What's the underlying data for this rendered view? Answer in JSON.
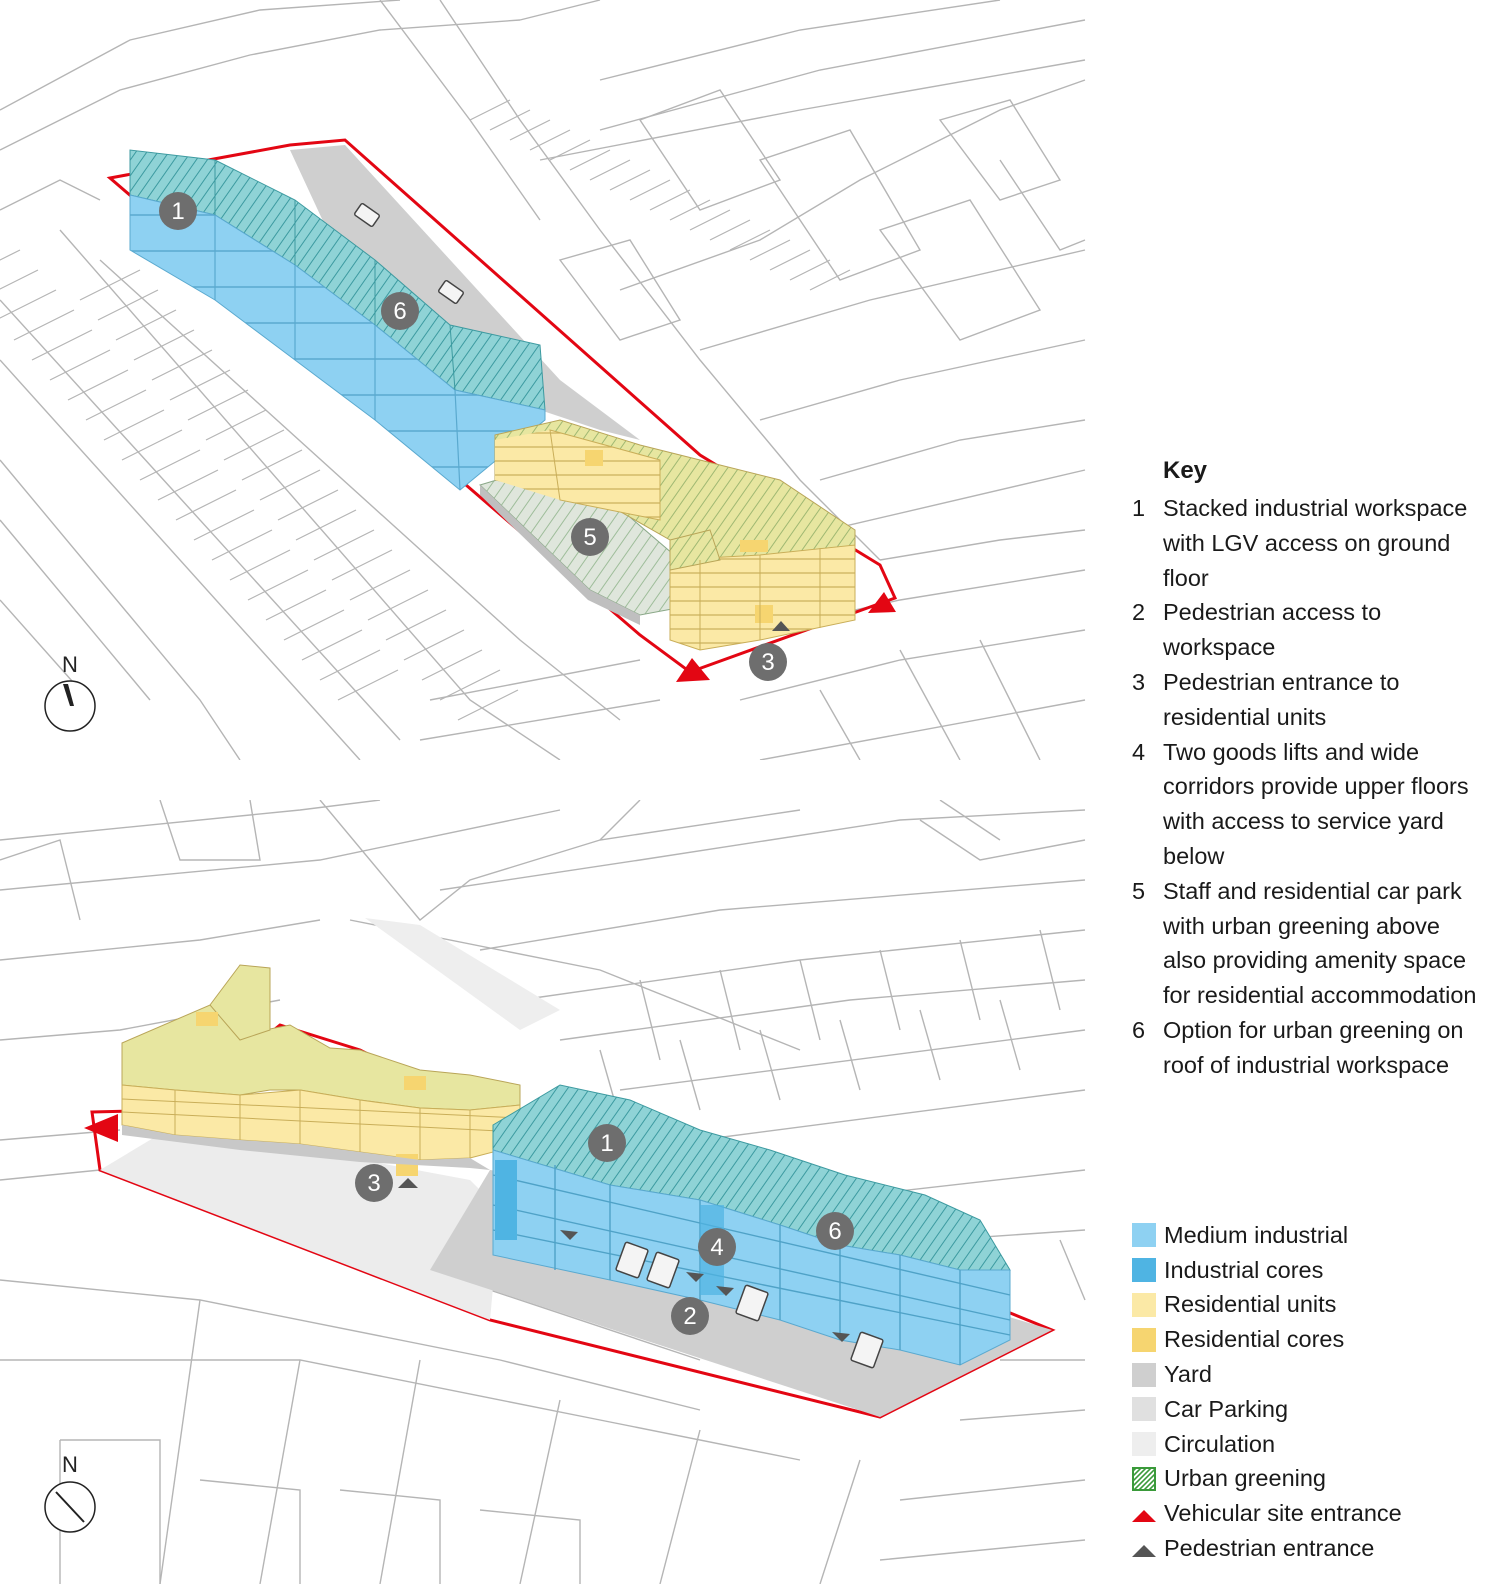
{
  "key": {
    "title": "Key",
    "items": [
      {
        "num": "1",
        "text": "Stacked industrial workspace with LGV access on ground floor"
      },
      {
        "num": "2",
        "text": "Pedestrian access to workspace"
      },
      {
        "num": "3",
        "text": "Pedestrian entrance to residential units"
      },
      {
        "num": "4",
        "text": "Two goods lifts and wide corridors provide upper floors with access to service yard below"
      },
      {
        "num": "5",
        "text": "Staff and residential car park with urban greening above also providing amenity space for residential accommodation"
      },
      {
        "num": "6",
        "text": "Option for urban greening on roof of industrial workspace"
      }
    ]
  },
  "legend": {
    "items": [
      {
        "label": "Medium industrial",
        "color": "#8ed1f2",
        "icon": "square"
      },
      {
        "label": "Industrial cores",
        "color": "#4fb4e3",
        "icon": "square"
      },
      {
        "label": "Residential units",
        "color": "#fbe9a6",
        "icon": "square"
      },
      {
        "label": "Residential cores",
        "color": "#f6d570",
        "icon": "square"
      },
      {
        "label": "Yard",
        "color": "#cfcfcf",
        "icon": "square"
      },
      {
        "label": "Car Parking",
        "color": "#e0e0e0",
        "icon": "square"
      },
      {
        "label": "Circulation",
        "color": "#eeeeee",
        "icon": "square"
      },
      {
        "label": "Urban greening",
        "color": "#3a9a3a",
        "icon": "hatch"
      },
      {
        "label": "Vehicular site entrance",
        "color": "#e30613",
        "icon": "triangle"
      },
      {
        "label": "Pedestrian entrance",
        "color": "#555555",
        "icon": "triangle"
      }
    ]
  },
  "diagrams": {
    "top": {
      "north_label": "N",
      "markers": [
        "1",
        "6",
        "5",
        "3"
      ]
    },
    "bottom": {
      "north_label": "N",
      "markers": [
        "1",
        "6",
        "4",
        "2",
        "3"
      ]
    }
  },
  "colors": {
    "site_boundary": "#e30613",
    "marker_fill": "#6e6e6e",
    "linework": "#b5b5b5"
  }
}
